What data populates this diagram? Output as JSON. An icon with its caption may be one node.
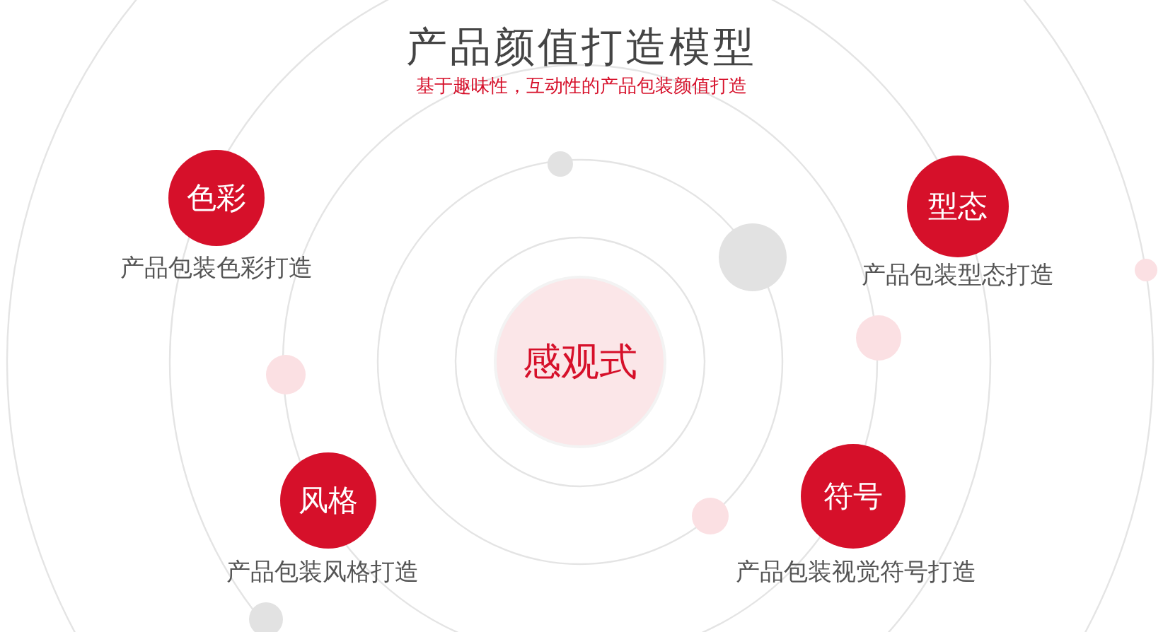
{
  "diagram": {
    "title": "产品颜值打造模型",
    "nodes": [
      {
        "text": [
          "感观式"
        ]
      },
      {
        "text": [
          "色彩"
        ],
        "beside": [
          "产品包装色彩打造"
        ]
      },
      {
        "text": [
          "型态"
        ],
        "beside": [
          "产品包装型态打造"
        ]
      },
      {
        "text": [
          "风格"
        ],
        "beside": [
          "产品包装风格打造"
        ]
      },
      {
        "text": [
          "符号"
        ],
        "beside": [
          "产品包装视觉符号打造"
        ]
      }
    ],
    "labels": [
      "基于趣味性，互动性的产品包装颜值打造"
    ]
  }
}
